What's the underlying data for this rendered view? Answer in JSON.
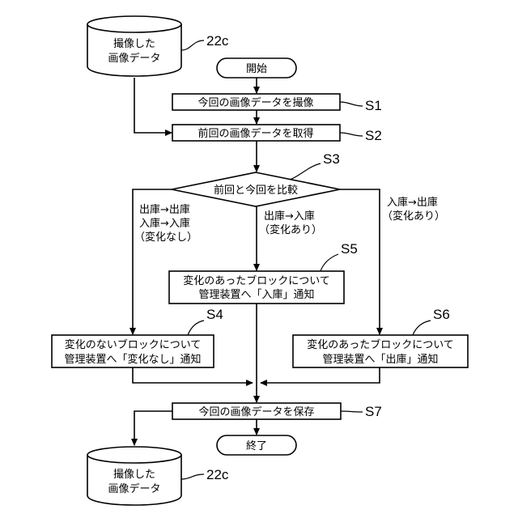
{
  "diagram": {
    "storage_top": [
      "撮像した",
      "画像データ"
    ],
    "storage_top_ref": "22c",
    "storage_bottom": [
      "撮像した",
      "画像データ"
    ],
    "storage_bottom_ref": "22c",
    "start": "開始",
    "end": "終了",
    "s1": {
      "label": "今回の画像データを撮像",
      "ref": "S1"
    },
    "s2": {
      "label": "前回の画像データを取得",
      "ref": "S2"
    },
    "s3": {
      "label": "前回と今回を比較",
      "ref": "S3"
    },
    "branch_left": [
      "出庫→出庫",
      "入庫→入庫",
      "（変化なし）"
    ],
    "branch_middle": [
      "出庫→入庫",
      "（変化あり）"
    ],
    "branch_right": [
      "入庫→出庫",
      "（変化あり）"
    ],
    "s4": {
      "label": [
        "変化のないブロックについて",
        "管理装置へ「変化なし」通知"
      ],
      "ref": "S4"
    },
    "s5": {
      "label": [
        "変化のあったブロックについて",
        "管理装置へ「入庫」通知"
      ],
      "ref": "S5"
    },
    "s6": {
      "label": [
        "変化のあったブロックについて",
        "管理装置へ「出庫」通知"
      ],
      "ref": "S6"
    },
    "s7": {
      "label": "今回の画像データを保存",
      "ref": "S7"
    }
  }
}
